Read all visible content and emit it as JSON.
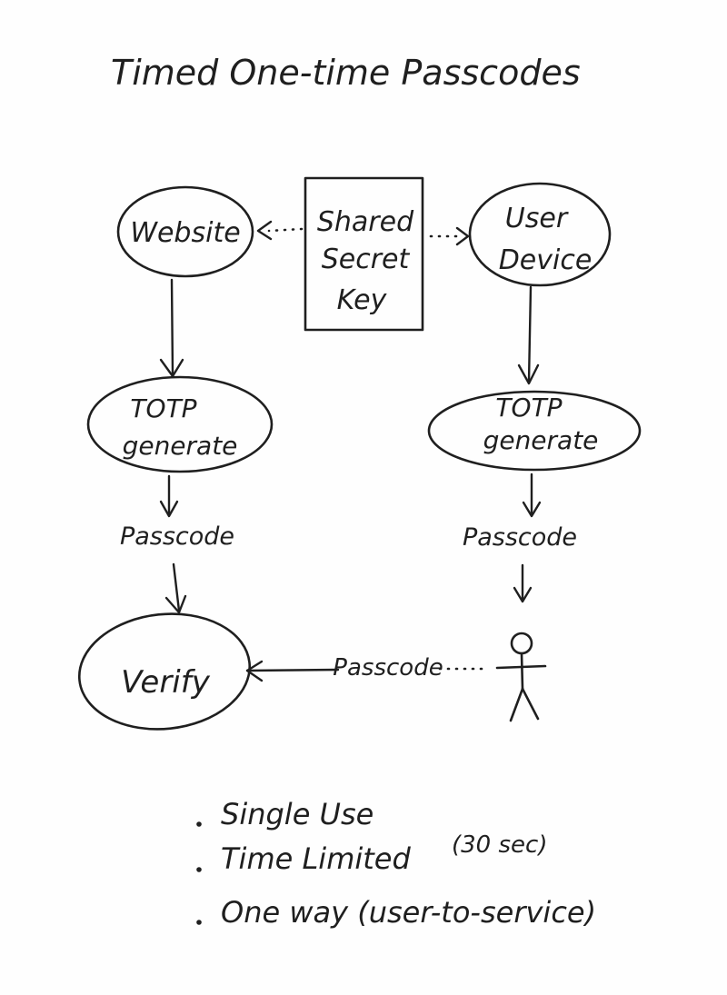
{
  "title": "Timed One-time Passcodes",
  "nodes": {
    "website": "Website",
    "shared_key": [
      "Shared",
      "Secret",
      "Key"
    ],
    "user_device": [
      "User",
      "Device"
    ],
    "totp_left": [
      "TOTP",
      "generate"
    ],
    "totp_right": [
      "TOTP",
      "generate"
    ],
    "verify": "Verify"
  },
  "flow_labels": {
    "passcode_left": "Passcode",
    "passcode_right": "Passcode",
    "passcode_user": "Passcode"
  },
  "notes": {
    "single_use": "Single Use",
    "time_limited": "Time Limited",
    "time_limit_value": "(30 sec)",
    "one_way": "One way (user-to-service)"
  },
  "colors": {
    "ink": "#1f1f1f",
    "paper": "#fefefe"
  }
}
